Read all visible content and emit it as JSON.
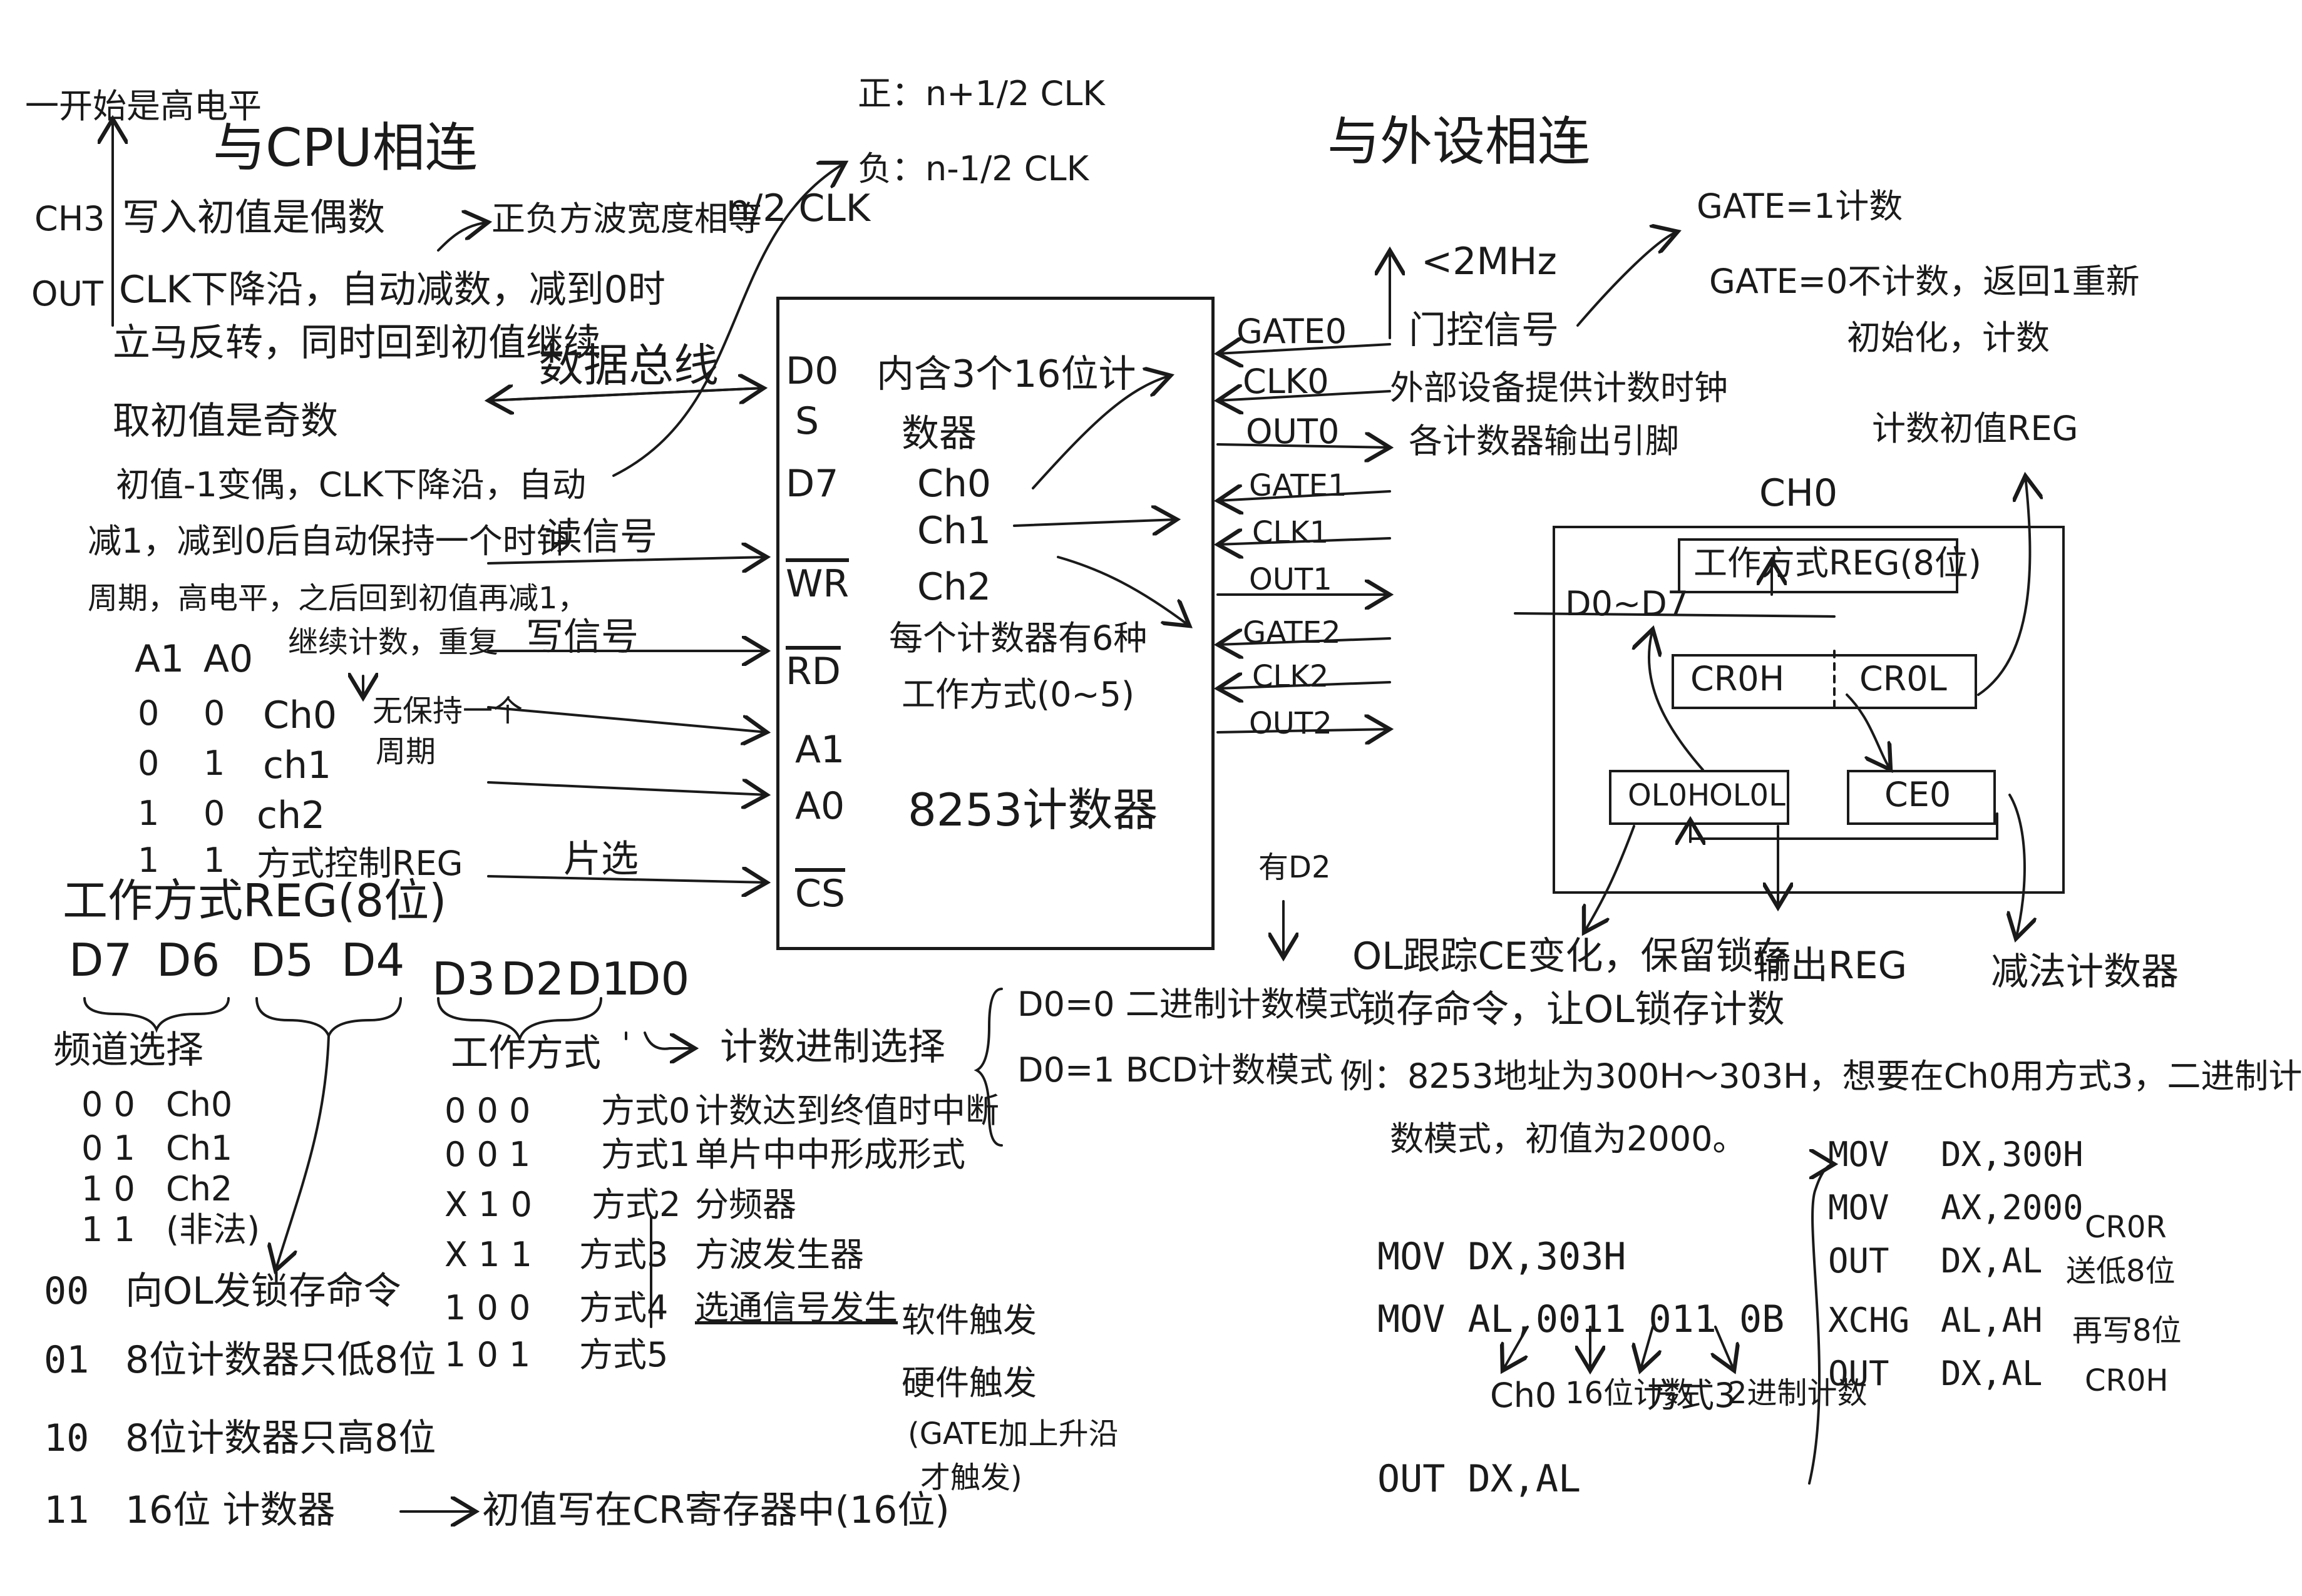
{
  "cpu_side": {
    "title": "与CPU相连",
    "top_note": "一开始是高电平",
    "ch3_label": "CH3",
    "ch3_text": "写入初值是偶数",
    "out_label": "OUT",
    "clk_text": "CLK下降沿，自动减数，减到0时",
    "out_text": "立马反转，同时回到初值继续",
    "pulse_width": "正负方波宽度相等",
    "n2clk": "n/2 CLK",
    "data_bus": "数据总线",
    "odd_title": "取初值是奇数",
    "odd_1": "初值-1变偶，CLK下降沿，自动",
    "odd_2": "减1，减到0后自动保持一个时钟",
    "odd_3": "周期，高电平，之后回到初值再减1，",
    "odd_4": "继续计数，重复",
    "hold_1": "无保持一个",
    "hold_2": "周期",
    "read_sig": "读信号",
    "write_sig": "写信号",
    "chip_select": "片选",
    "pos_formula": "正：n+1/2 CLK",
    "neg_formula": "负：n-1/2 CLK"
  },
  "address_table": {
    "header": [
      "A1",
      "A0"
    ],
    "rows": [
      {
        "a1": "0",
        "a0": "0",
        "label": "Ch0"
      },
      {
        "a1": "0",
        "a0": "1",
        "label": "ch1"
      },
      {
        "a1": "1",
        "a0": "0",
        "label": "ch2"
      },
      {
        "a1": "1",
        "a0": "1",
        "label": "方式控制REG"
      }
    ]
  },
  "chip": {
    "pins_left": [
      "D0",
      "S",
      "D7",
      "WR",
      "RD",
      "A1",
      "A0",
      "CS"
    ],
    "line1": "内含3个16位计",
    "line2": "数器",
    "channels": [
      "Ch0",
      "Ch1",
      "Ch2"
    ],
    "mode_1": "每个计数器有6种",
    "mode_2": "工作方式(0~5)",
    "name": "8253计数器",
    "pins_right": [
      "GATE0",
      "CLK0",
      "OUT0",
      "GATE1",
      "CLK1",
      "OUT1",
      "GATE2",
      "CLK2",
      "OUT2"
    ]
  },
  "external_side": {
    "title": "与外设相连",
    "freq": "<2MHz",
    "gate_sig": "门控信号",
    "clk_src": "外部设备提供计数时钟",
    "out_pin": "各计数器输出引脚",
    "gate1_count": "GATE=1计数",
    "gate0_a": "GATE=0不计数，返回1重新",
    "gate0_b": "初始化，计数",
    "init_reg": "计数初值REG",
    "ch0": "CH0",
    "mode_reg": "工作方式REG(8位)",
    "d0d7": "D0~D7",
    "cr0h": "CR0H",
    "cr0l": "CR0L",
    "ol0h": "OL0H",
    "ol0l": "OL0L",
    "ce0": "CE0",
    "ol_note_1": "OL跟踪CE变化，保留锁存",
    "ol_note_2": "锁存命令，让OL锁存计数",
    "output_reg": "输出REG",
    "dec_counter": "减法计数器"
  },
  "control_word": {
    "title": "工作方式REG(8位)",
    "bits": [
      "D7",
      "D6",
      "D5",
      "D4",
      "D3",
      "D2",
      "D1",
      "D0"
    ],
    "channel_select": "频道选择",
    "channel_table": [
      {
        "bits": "0 0",
        "label": "Ch0"
      },
      {
        "bits": "0 1",
        "label": "Ch1"
      },
      {
        "bits": "1 0",
        "label": "Ch2"
      },
      {
        "bits": "1 1",
        "label": "(非法)"
      }
    ],
    "rw_modes": [
      {
        "code": "00",
        "desc": "向OL发锁存命令"
      },
      {
        "code": "01",
        "desc": "8位计数器只低8位"
      },
      {
        "code": "10",
        "desc": "8位计数器只高8位"
      },
      {
        "code": "11",
        "desc": "16位 计数器"
      }
    ],
    "init_note": "初值写在CR寄存器中(16位)",
    "work_mode": "工作方式",
    "modes": [
      {
        "bits": "0 0 0",
        "name": "方式0",
        "desc": "计数达到终值时中断"
      },
      {
        "bits": "0 0 1",
        "name": "方式1",
        "desc": "单片中中形成形式"
      },
      {
        "bits": "X 1 0",
        "name": "方式2",
        "desc": "分频器"
      },
      {
        "bits": "X 1 1",
        "name": "方式3",
        "desc": "方波发生器"
      },
      {
        "bits": "1 0 0",
        "name": "方式4",
        "desc": "选通信号发生"
      },
      {
        "bits": "1 0 1",
        "name": "方式5",
        "desc": ""
      }
    ],
    "soft_trigger": "软件触发",
    "hard_trigger": "硬件触发",
    "gate_note_1": "(GATE加上升沿",
    "gate_note_2": "才触发)",
    "count_base": "计数进制选择",
    "only_d2": "有D2",
    "d0_0": "D0=0  二进制计数模式",
    "d0_1": "D0=1  BCD计数模式"
  },
  "example": {
    "desc_1": "例：8253地址为300H～303H，想要在Ch0用方式3，二进制计",
    "desc_2": "数模式，初值为2000。",
    "code_left": [
      "MOV DX,303H",
      "MOV AL,0011 011 0B"
    ],
    "annotations": [
      "Ch0",
      "16位计数",
      "方式3",
      "2进制计数"
    ],
    "code_out": "OUT DX,AL",
    "code_right": [
      {
        "op": "MOV",
        "args": "DX,300H"
      },
      {
        "op": "MOV",
        "args": "AX,2000"
      },
      {
        "op": "OUT",
        "args": "DX,AL"
      },
      {
        "op": "XCHG",
        "args": "AL,AH"
      },
      {
        "op": "OUT",
        "args": "DX,AL"
      }
    ],
    "side_1": "CR0R",
    "side_2": "送低8位",
    "side_3": "再写8位",
    "side_4": "CR0H"
  }
}
